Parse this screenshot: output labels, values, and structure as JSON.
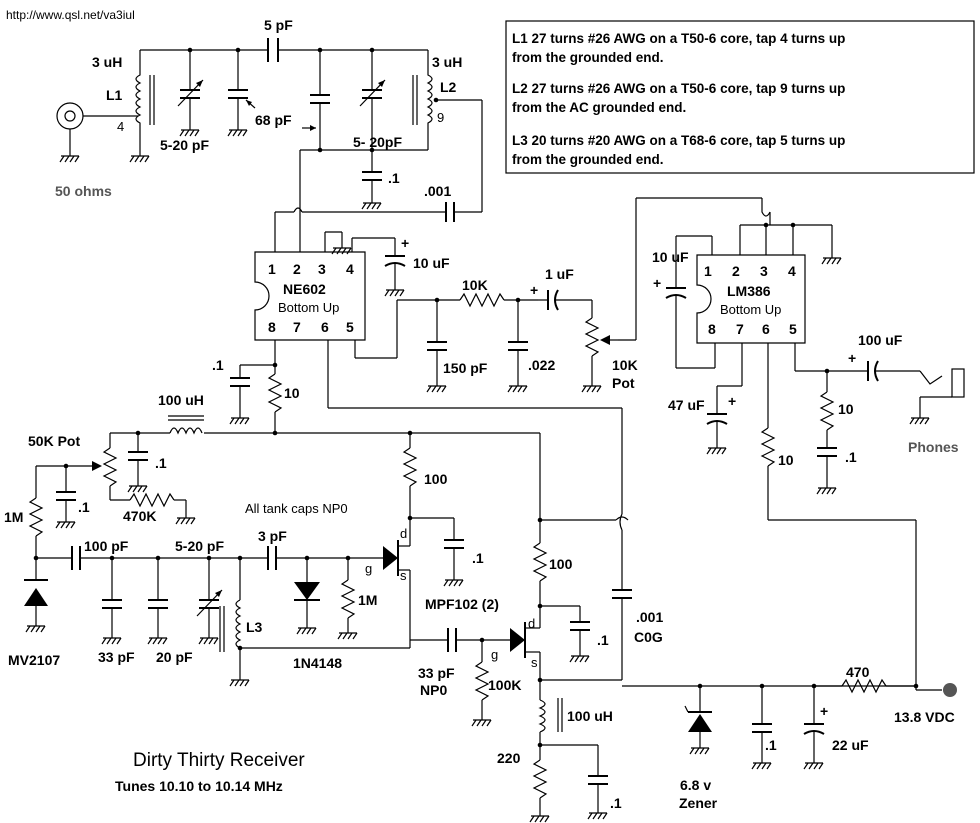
{
  "url": "http://www.qsl.net/va3iul",
  "title": "Dirty Thirty Receiver",
  "subtitle": "Tunes 10.10 to 10.14 MHz",
  "notes": [
    {
      "line1": "L1  27 turns #26 AWG on a T50-6 core, tap 4 turns up",
      "line2": "from the grounded end."
    },
    {
      "line1": "L2  27 turns #26 AWG on a T50-6 core, tap 9 turns up",
      "line2": "from the AC grounded end."
    },
    {
      "line1": "L3  20 turns #20 AWG on a T68-6 core, tap 5 turns up",
      "line2": "from the grounded end."
    }
  ],
  "labels": {
    "l1_ind": "3 uH",
    "l1": "L1",
    "l1_tap": "4",
    "c_5pf": "5 pF",
    "c_5_20_a": "5-20 pF",
    "c_68pf": "68 pF",
    "l2_ind": "3 uH",
    "l2": "L2",
    "l2_tap": "9",
    "c_5_20_b": "5- 20pF",
    "c_01_a": ".1",
    "c_001_a": ".001",
    "ohms": "50 ohms",
    "ne602": "NE602",
    "bottom_up_1": "Bottom Up",
    "c_10uf_a": "10 uF",
    "r_10k": "10K",
    "c_1uf": "1 uF",
    "c_150pf": "150 pF",
    "c_022": ".022",
    "pot_10k_a": "10K",
    "pot_10k_b": "Pot",
    "lm386": "LM386",
    "bottom_up_2": "Bottom Up",
    "c_10uf_b": "10 uF",
    "c_100uf": "100 uF",
    "c_47uf": "47 uF",
    "r_10_a": "10",
    "c_01_b": ".1",
    "phones": "Phones",
    "r_10_b": "10",
    "c_01_c": ".1",
    "r_10_c": "10",
    "l_100uh_a": "100 uH",
    "pot_50k": "50K Pot",
    "c_01_d": ".1",
    "r_1m_a": "1M",
    "c_01_e": ".1",
    "r_470k": "470K",
    "tank_note": "All tank caps NP0",
    "r_100_a": "100",
    "c_100pf": "100 pF",
    "c_5_20_c": "5-20 pF",
    "c_3pf": "3 pF",
    "d_label": "d",
    "g_label": "g",
    "s_label": "s",
    "c_01_f": ".1",
    "r_1m_b": "1M",
    "mpf": "MPF102 (2)",
    "r_100_b": "100",
    "c_001_b": ".001",
    "cog": "C0G",
    "c_01_g": ".1",
    "l3": "L3",
    "mv2107": "MV2107",
    "c_33pf_a": "33 pF",
    "c_20pf": "20 pF",
    "d_1n4148": "1N4148",
    "c_33pf_b": "33 pF",
    "np0": "NP0",
    "r_100k": "100K",
    "r_470": "470",
    "vdc": "13.8 VDC",
    "l_100uh_b": "100 uH",
    "r_220": "220",
    "c_01_h": ".1",
    "zener_a": "6.8 v",
    "zener_b": "Zener",
    "c_01_i": ".1",
    "c_22uf": "22 uF",
    "pin1": "1",
    "pin2": "2",
    "pin3": "3",
    "pin4": "4",
    "pin5": "5",
    "pin6": "6",
    "pin7": "7",
    "pin8": "8",
    "plus": "+"
  }
}
